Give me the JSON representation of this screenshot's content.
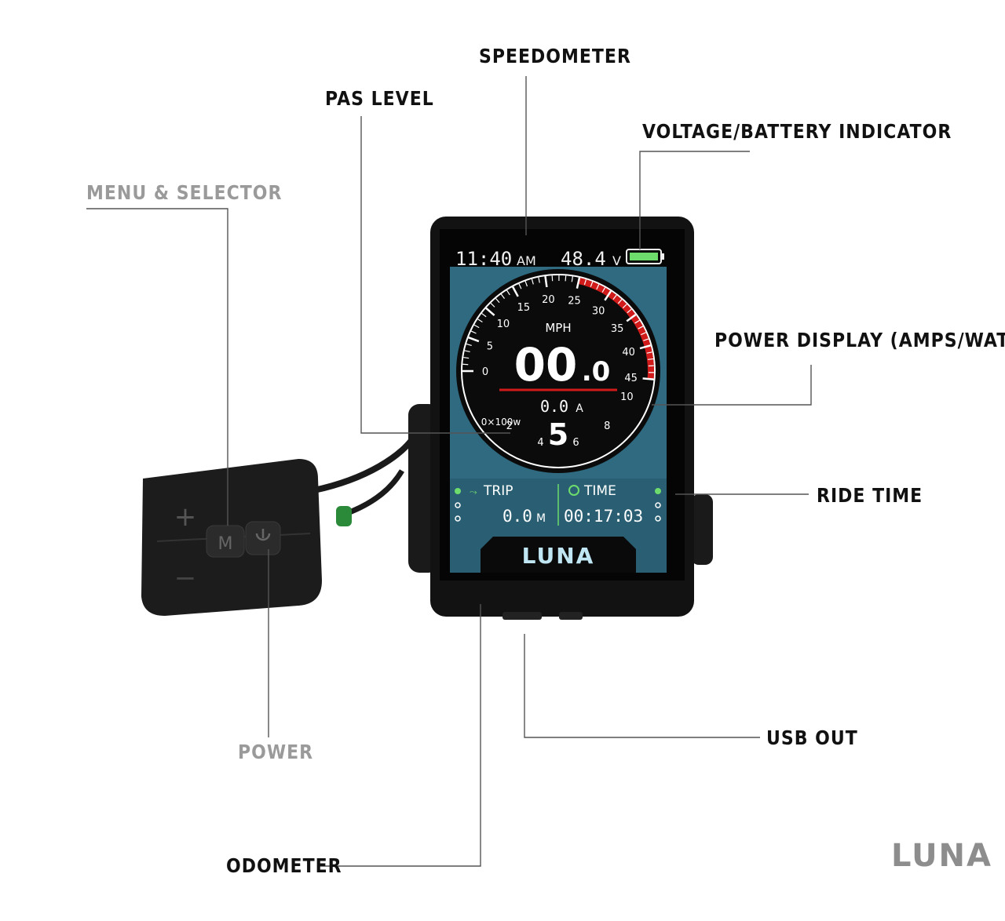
{
  "callouts": {
    "speedometer": "SPEEDOMETER",
    "pas_level": "PAS LEVEL",
    "voltage_battery": "VOLTAGE/BATTERY INDICATOR",
    "menu_selector": "MENU & SELECTOR",
    "power_display": "POWER DISPLAY (AMPS/WATTS)",
    "ride_time": "RIDE TIME",
    "power": "POWER",
    "usb_out": "USB OUT",
    "odometer": "ODOMETER"
  },
  "screen": {
    "clock_time": "11:40",
    "clock_ampm": "AM",
    "voltage_value": "48.4",
    "voltage_unit": "V",
    "speed_unit": "MPH",
    "speed_int": "00",
    "speed_dec": ".0",
    "current_value": "0.0",
    "current_unit": "A",
    "power_scale_label": "0×100w",
    "pas_level": "5",
    "trip_label": "TRIP",
    "trip_value": "0.0",
    "trip_unit": "M",
    "time_label": "TIME",
    "time_value": "00:17:03",
    "brand": "LUNA",
    "speed_ticks": [
      "0",
      "5",
      "10",
      "15",
      "20",
      "25",
      "30",
      "35",
      "40",
      "45"
    ],
    "power_ticks": [
      "2",
      "4",
      "6",
      "8",
      "10"
    ]
  },
  "remote": {
    "plus_label": "+",
    "m_label": "M"
  },
  "brand_mark": "LUNA",
  "colors": {
    "screen_bg": "#2f6a80",
    "gauge_red": "#d11a1a",
    "indicator_green": "#6ddc6d"
  }
}
